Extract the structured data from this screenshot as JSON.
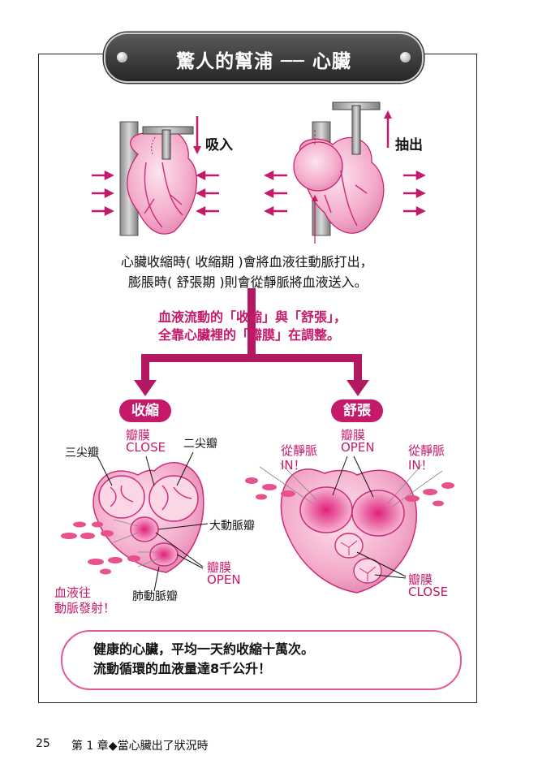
{
  "title": "驚人的幫浦 ── 心臟",
  "top_left_label": "吸入",
  "top_right_label": "抽出",
  "caption": {
    "line1": "心臟收縮時( 收縮期 )會將血液往動脈打出，",
    "line2": "膨脹時( 舒張期 )則會從靜脈將血液送入。"
  },
  "pink_caption": {
    "line1": "血液流動的「收縮」與「舒張」，",
    "line2": "全靠心臟裡的「瓣膜」在調整。"
  },
  "contract_tag": "收縮",
  "relax_tag": "舒張",
  "left_heart": {
    "tricuspid": "三尖瓣",
    "valve_close_1": "瓣膜",
    "valve_close_2": "CLOSE",
    "mitral": "二尖瓣",
    "aortic": "大動脈瓣",
    "valve_open_1": "瓣膜",
    "valve_open_2": "OPEN",
    "pulmonary": "肺動脈瓣",
    "eject_1": "血液往",
    "eject_2": "動脈發射！"
  },
  "right_heart": {
    "valve_open_1": "瓣膜",
    "valve_open_2": "OPEN",
    "vein_left_1": "從靜脈",
    "vein_left_2": "IN！",
    "vein_right_1": "從靜脈",
    "vein_right_2": "IN！",
    "valve_close_1": "瓣膜",
    "valve_close_2": "CLOSE"
  },
  "bubble": {
    "line1": "健康的心臟，平均一天約收縮十萬次。",
    "line2": "流動循環的血液量達8千公升！"
  },
  "footer": {
    "page": "25",
    "chapter": "第 1 章◆當心臟出了狀況時"
  },
  "colors": {
    "accent": "#c5196a",
    "heart": "#f3a9c9",
    "heart_dark": "#d0287a"
  },
  "icons": [
    "pump-handle-icon",
    "heart-illustration",
    "arrow-icon"
  ]
}
